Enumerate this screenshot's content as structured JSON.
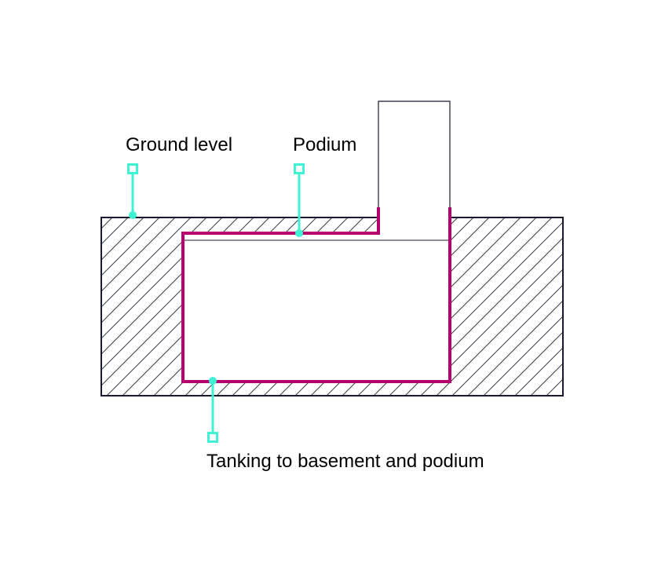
{
  "labels": {
    "ground_level": "Ground level",
    "podium": "Podium",
    "tanking": "Tanking to basement and podium"
  },
  "colors": {
    "background": "#ffffff",
    "outline": "#1a1a2e",
    "hatch": "#3a3f4a",
    "tanking": "#b5006e",
    "callout": "#3ff2d4",
    "text": "#000000"
  },
  "icons": {
    "callout_marker": "square-outline-icon",
    "callout_anchor": "dot-icon"
  }
}
